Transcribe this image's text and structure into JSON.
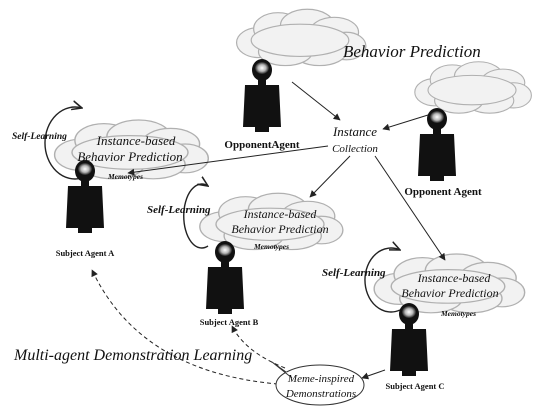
{
  "diagram": {
    "title": "Behavior Prediction",
    "bottom_title": "Multi-agent Demonstration Learning",
    "instance_collection": [
      "Instance",
      "Collection"
    ],
    "demonstrations": [
      "Meme-inspired",
      "Demonstrations"
    ],
    "opponent_agent_left": "OpponentAgent",
    "opponent_agent_right": "Opponent Agent",
    "self_learning": "Self-Learning",
    "memotypes": "Memotypes",
    "prediction_line1": "Instance-based",
    "prediction_line2": "Behavior Prediction",
    "subject_agent_a": "Subject Agent A",
    "subject_agent_b": "Subject Agent B",
    "subject_agent_c": "Subject Agent C",
    "colors": {
      "agent": "#111111",
      "cloud_fill": "#f2f2f2",
      "cloud_stroke": "#b0b0b0",
      "arrow": "#222222"
    }
  }
}
